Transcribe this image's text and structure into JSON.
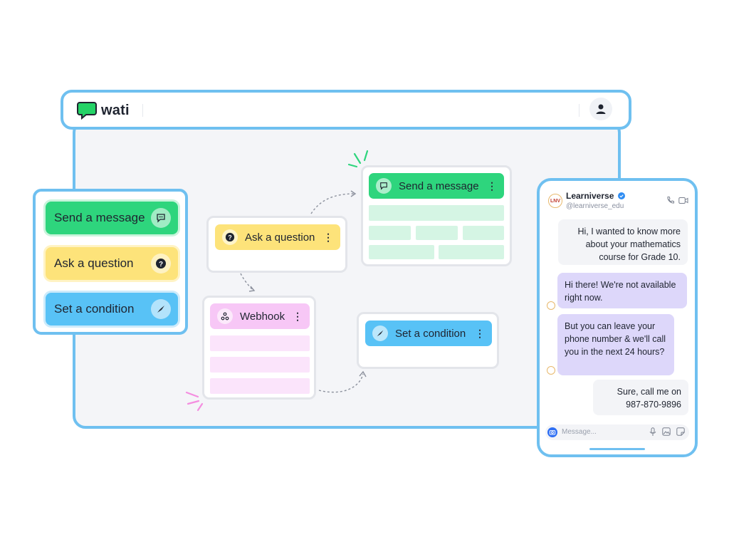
{
  "app": {
    "brand": "wati",
    "brand_color": "#24d366",
    "accent": "#6fc0f0"
  },
  "palette": {
    "items": [
      {
        "label": "Send a message",
        "icon": "chat-bubble-icon",
        "color": "#2ed57d"
      },
      {
        "label": "Ask a question",
        "icon": "question-icon",
        "color": "#fde37a"
      },
      {
        "label": "Set a condition",
        "icon": "compass-icon",
        "color": "#58c2f6"
      }
    ]
  },
  "flow": {
    "ask_question": {
      "label": "Ask a question",
      "icon": "question-icon",
      "color": "#fde37a"
    },
    "send_message": {
      "label": "Send a message",
      "icon": "chat-bubble-icon",
      "color": "#2ed57d"
    },
    "webhook": {
      "label": "Webhook",
      "icon": "webhook-icon",
      "color": "#f7c7f6"
    },
    "set_condition": {
      "label": "Set a condition",
      "icon": "compass-icon",
      "color": "#58c2f6"
    },
    "menu_glyph": "⋮"
  },
  "chat": {
    "contact_name": "Learniverse",
    "contact_handle": "@learniverse_edu",
    "avatar_text": "LNV",
    "messages": [
      {
        "from": "user",
        "text": "Hi, I wanted to know more about your mathematics course for Grade 10."
      },
      {
        "from": "business",
        "text": "Hi there! We're not available right now."
      },
      {
        "from": "business",
        "text": "But you can leave your phone number & we'll call you in the next 24 hours?"
      },
      {
        "from": "user",
        "text": "Sure, call me on 987-870-9896"
      }
    ],
    "input_placeholder": "Message..."
  }
}
